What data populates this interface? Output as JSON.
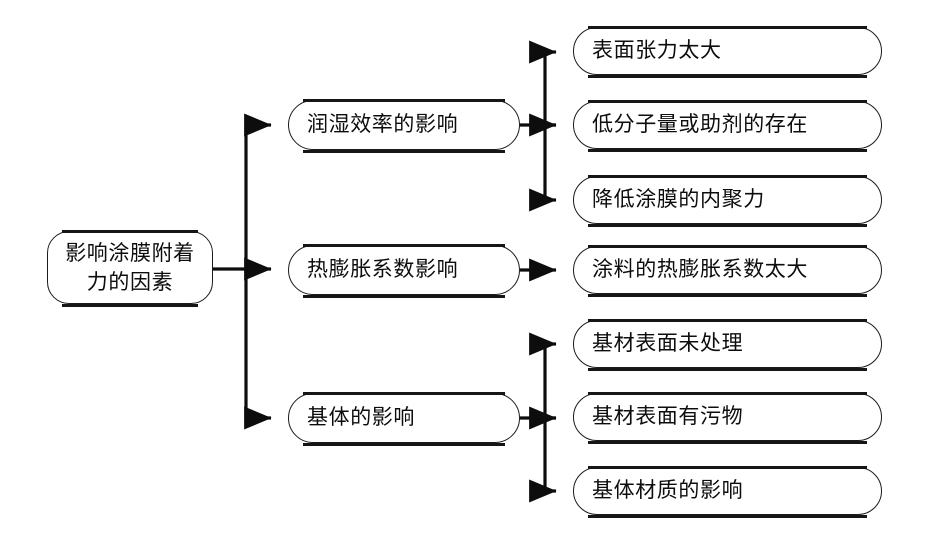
{
  "diagram": {
    "type": "tree-flowchart",
    "orientation": "left-to-right",
    "root": {
      "id": "root",
      "label": "影响涂膜附着\n力的因素"
    },
    "branches": [
      {
        "id": "branch-wetting",
        "label": "润湿效率的影响",
        "children": [
          {
            "id": "leaf-surface-tension",
            "label": "表面张力太大"
          },
          {
            "id": "leaf-low-molecular",
            "label": "低分子量或助剂的存在"
          },
          {
            "id": "leaf-cohesion",
            "label": "降低涂膜的内聚力"
          }
        ]
      },
      {
        "id": "branch-thermal",
        "label": "热膨胀系数影响",
        "children": [
          {
            "id": "leaf-coating-expansion",
            "label": "涂料的热膨胀系数太大"
          }
        ]
      },
      {
        "id": "branch-substrate",
        "label": "基体的影响",
        "children": [
          {
            "id": "leaf-untreated",
            "label": "基材表面未处理"
          },
          {
            "id": "leaf-contaminant",
            "label": "基材表面有污物"
          },
          {
            "id": "leaf-material",
            "label": "基体材质的影响"
          }
        ]
      }
    ],
    "colors": {
      "stroke": "#1b1b1b",
      "edge": "#0d0d0d",
      "shadow_bar": "#161616",
      "node_fill": "#ffffff",
      "text": "#0d0d0d",
      "background": "#ffffff"
    }
  }
}
